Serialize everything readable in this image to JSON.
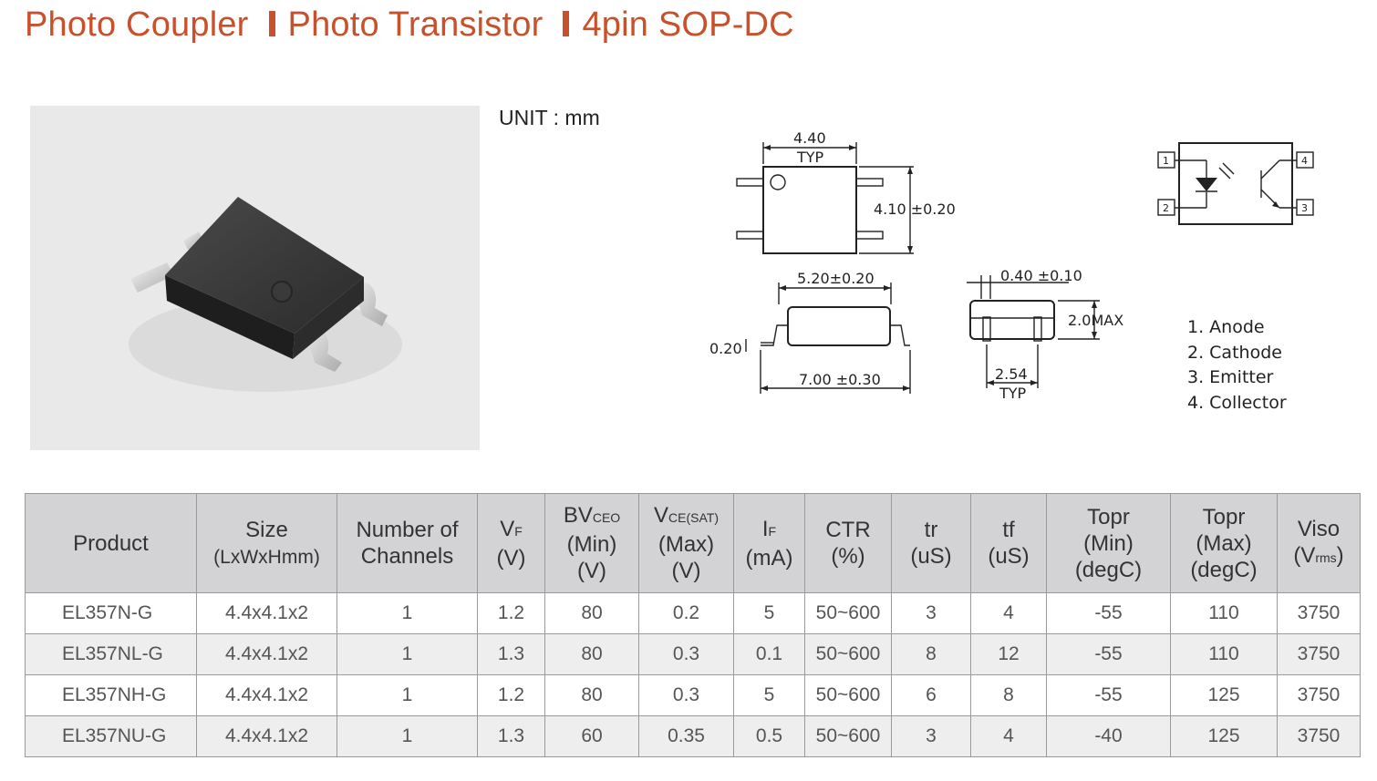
{
  "header": {
    "title_parts": [
      "Photo Coupler",
      "Photo Transistor",
      "4pin SOP-DC"
    ]
  },
  "unit_label": "UNIT : mm",
  "dimensions": {
    "top_width": "4.40",
    "top_width_note": "TYP",
    "top_height": "4.10 ±0.20",
    "body_length": "5.20±0.20",
    "lead_thickness": "0.20",
    "overall_length": "7.00 ±0.30",
    "lead_width": "0.40 ±0.10",
    "max_height": "2.0MAX",
    "pitch": "2.54",
    "pitch_note": "TYP"
  },
  "schematic": {
    "pin_numbers": [
      "1",
      "2",
      "3",
      "4"
    ]
  },
  "pins": [
    "1. Anode",
    "2. Cathode",
    "3. Emitter",
    "4. Collector"
  ],
  "table": {
    "headers": [
      {
        "lines": [
          "Product"
        ]
      },
      {
        "lines": [
          "Size",
          "(LxWxHmm)"
        ]
      },
      {
        "lines": [
          "Number of",
          "Channels"
        ]
      },
      {
        "lines": [
          "V",
          "(V)"
        ],
        "sub": "F"
      },
      {
        "lines": [
          "BV",
          "(Min)",
          "(V)"
        ],
        "sub": "CEO"
      },
      {
        "lines": [
          "V",
          "(Max)",
          "(V)"
        ],
        "sub": "CE(SAT)"
      },
      {
        "lines": [
          "I",
          "(mA)"
        ],
        "sub": "F"
      },
      {
        "lines": [
          "CTR",
          "(%)"
        ]
      },
      {
        "lines": [
          "tr",
          "(uS)"
        ]
      },
      {
        "lines": [
          "tf",
          "(uS)"
        ]
      },
      {
        "lines": [
          "Topr",
          "(Min)",
          "(degC)"
        ]
      },
      {
        "lines": [
          "Topr",
          "(Max)",
          "(degC)"
        ]
      },
      {
        "lines": [
          "Viso",
          "(V",
          ")"
        ],
        "sub": "rms"
      }
    ],
    "rows": [
      [
        "EL357N-G",
        "4.4x4.1x2",
        "1",
        "1.2",
        "80",
        "0.2",
        "5",
        "50~600",
        "3",
        "4",
        "-55",
        "110",
        "3750"
      ],
      [
        "EL357NL-G",
        "4.4x4.1x2",
        "1",
        "1.3",
        "80",
        "0.3",
        "0.1",
        "50~600",
        "8",
        "12",
        "-55",
        "110",
        "3750"
      ],
      [
        "EL357NH-G",
        "4.4x4.1x2",
        "1",
        "1.2",
        "80",
        "0.3",
        "5",
        "50~600",
        "6",
        "8",
        "-55",
        "125",
        "3750"
      ],
      [
        "EL357NU-G",
        "4.4x4.1x2",
        "1",
        "1.3",
        "60",
        "0.35",
        "0.5",
        "50~600",
        "3",
        "4",
        "-40",
        "125",
        "3750"
      ]
    ]
  }
}
